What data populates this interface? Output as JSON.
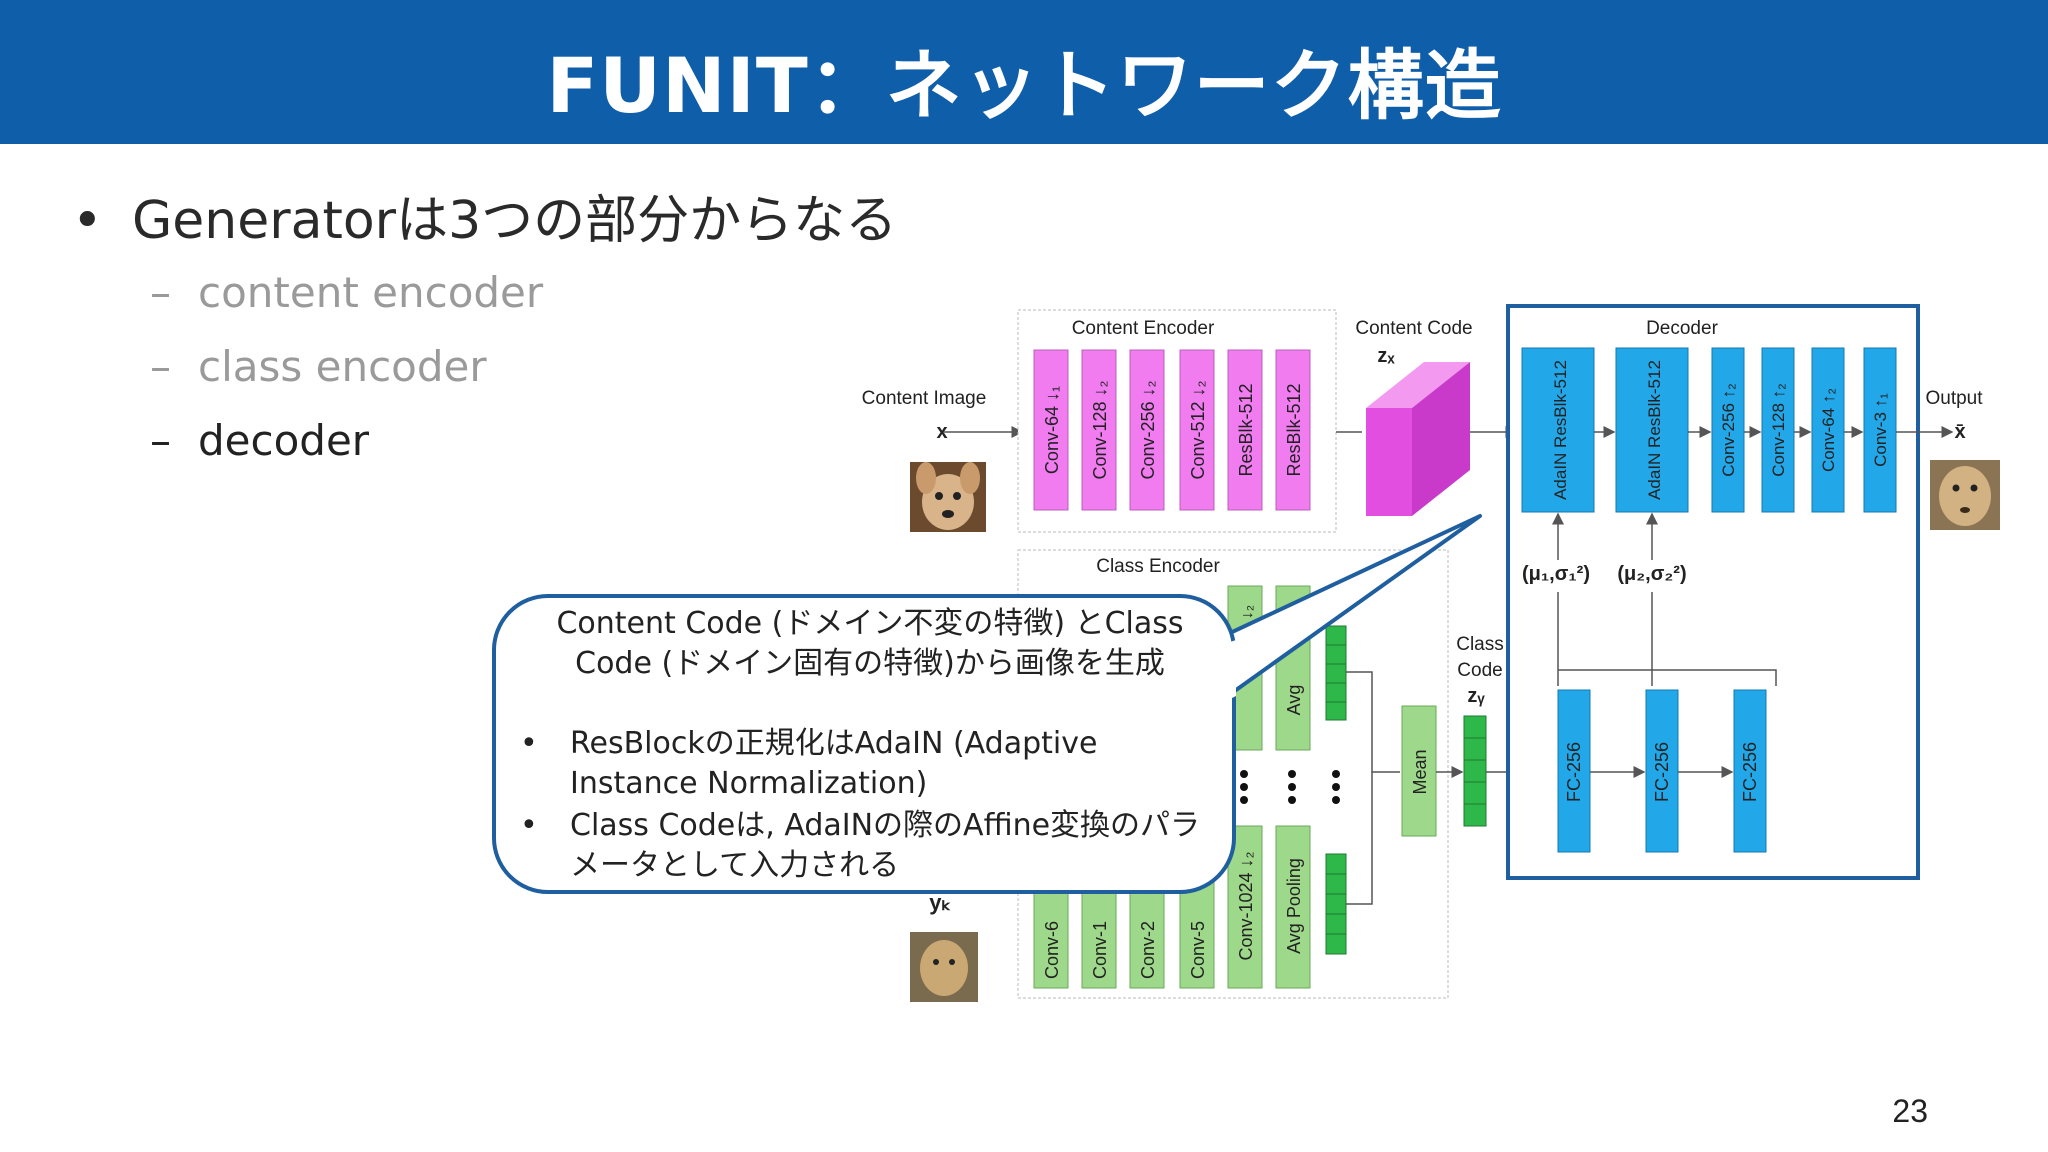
{
  "slide": {
    "title": "FUNIT：ネットワーク構造",
    "page_number": "23",
    "bullet": "Generatorは3つの部分からなる",
    "bullet_marker": "•",
    "sub_marker": "–",
    "sub_items": [
      {
        "label": "content encoder",
        "state": "dimmed"
      },
      {
        "label": "class encoder",
        "state": "dimmed"
      },
      {
        "label": "decoder",
        "state": "active"
      }
    ]
  },
  "diagram": {
    "content_image_label": "Content Image",
    "content_image_var": "x",
    "content_encoder_title": "Content Encoder",
    "content_encoder_blocks": [
      "Conv-64 ↓₁",
      "Conv-128 ↓₂",
      "Conv-256 ↓₂",
      "Conv-512 ↓₂",
      "ResBlk-512",
      "ResBlk-512"
    ],
    "content_code_label": "Content Code",
    "content_code_var": "zₓ",
    "class_encoder_title": "Class Encoder",
    "class_encoder_top_visible": [
      "↓₂",
      "Avg"
    ],
    "class_encoder_bottom_blocks": [
      "Conv-6",
      "Conv-1",
      "Conv-2",
      "Conv-5",
      "Conv-1024 ↓₂",
      "Avg Pooling"
    ],
    "mean_label": "Mean",
    "class_code_label_1": "Class",
    "class_code_label_2": "Code",
    "class_code_var": "zᵧ",
    "class_image_var": "yₖ",
    "decoder_title": "Decoder",
    "decoder_blocks": [
      "AdaIN ResBlk-512",
      "AdaIN ResBlk-512",
      "Conv-256 ↑₂",
      "Conv-128 ↑₂",
      "Conv-64 ↑₂",
      "Conv-3 ↑₁"
    ],
    "adain_params": [
      "(μ₁,σ₁²)",
      "(μ₂,σ₂²)"
    ],
    "fc_blocks": [
      "FC-256",
      "FC-256",
      "FC-256"
    ],
    "output_label": "Output",
    "output_var": "x̄",
    "colors": {
      "content_block": "#F07CF0",
      "class_block": "#9ED88A",
      "decoder_block": "#22A7E8",
      "code_prism": "#E24FE0",
      "highlight_border": "#1F5FA0"
    }
  },
  "callout": {
    "heading": "Content Code (ドメイン不変の特徴) とClass Code (ドメイン固有の特徴)から画像を生成",
    "bullet_marker": "•",
    "items": [
      "ResBlockの正規化はAdaIN (Adaptive Instance Normalization)",
      "Class Codeは, AdaINの際のAffine変換のパラメータとして入力される"
    ]
  }
}
